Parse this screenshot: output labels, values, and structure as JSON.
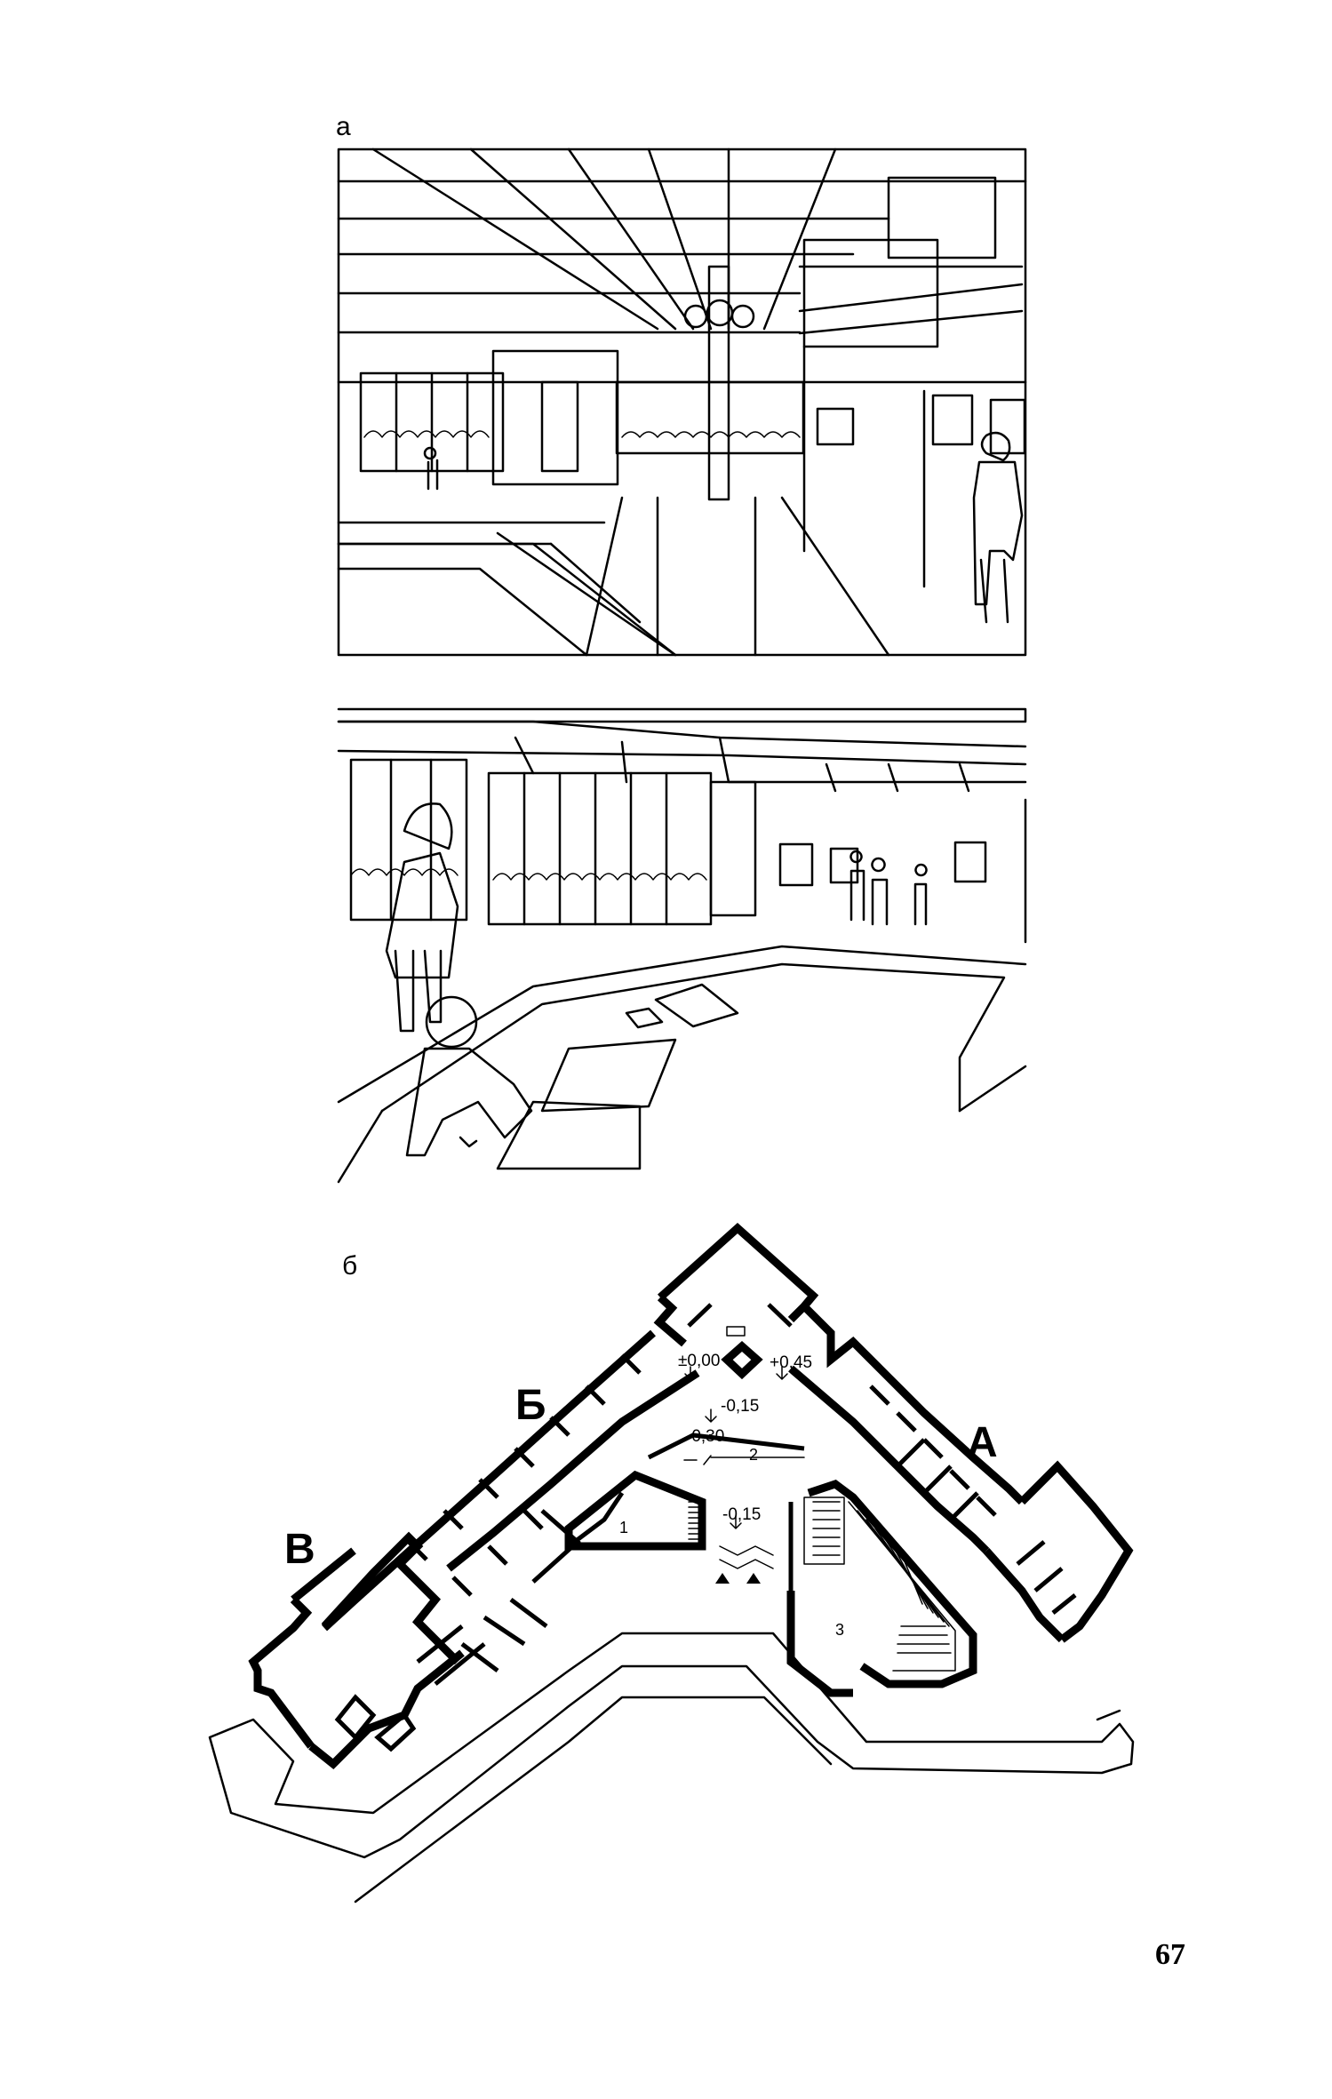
{
  "figure_labels": {
    "a": "а",
    "b": "б"
  },
  "plan": {
    "wings": {
      "A": "А",
      "B": "Б",
      "V": "В"
    },
    "levels": {
      "zero": "±0,00",
      "plus_045": "+0,45",
      "minus_015_top": "-0,15",
      "minus_030": "-0,30",
      "minus_015_mid": "-0,15"
    },
    "rooms": {
      "r1": "1",
      "r2": "2",
      "r3": "3"
    }
  },
  "page_number": "67"
}
